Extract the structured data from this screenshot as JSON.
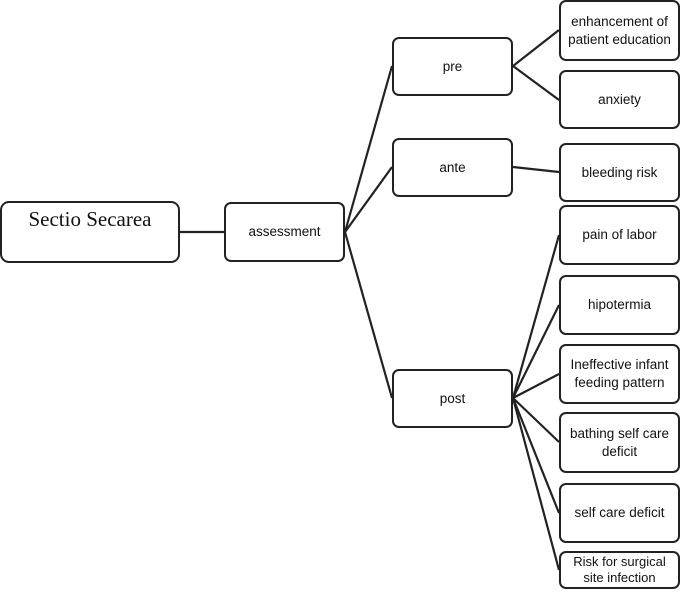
{
  "diagram": {
    "root": "Sectio Secarea",
    "assessment": "assessment",
    "phases": {
      "pre": "pre",
      "ante": "ante",
      "post": "post"
    },
    "pre_items": [
      "enhancement of patient education",
      "anxiety"
    ],
    "ante_items": [
      "bleeding risk"
    ],
    "post_items": [
      "pain of labor",
      "hipotermia",
      "Ineffective infant feeding pattern",
      "bathing self care deficit",
      "self care deficit",
      "Risk for surgical site infection"
    ]
  }
}
